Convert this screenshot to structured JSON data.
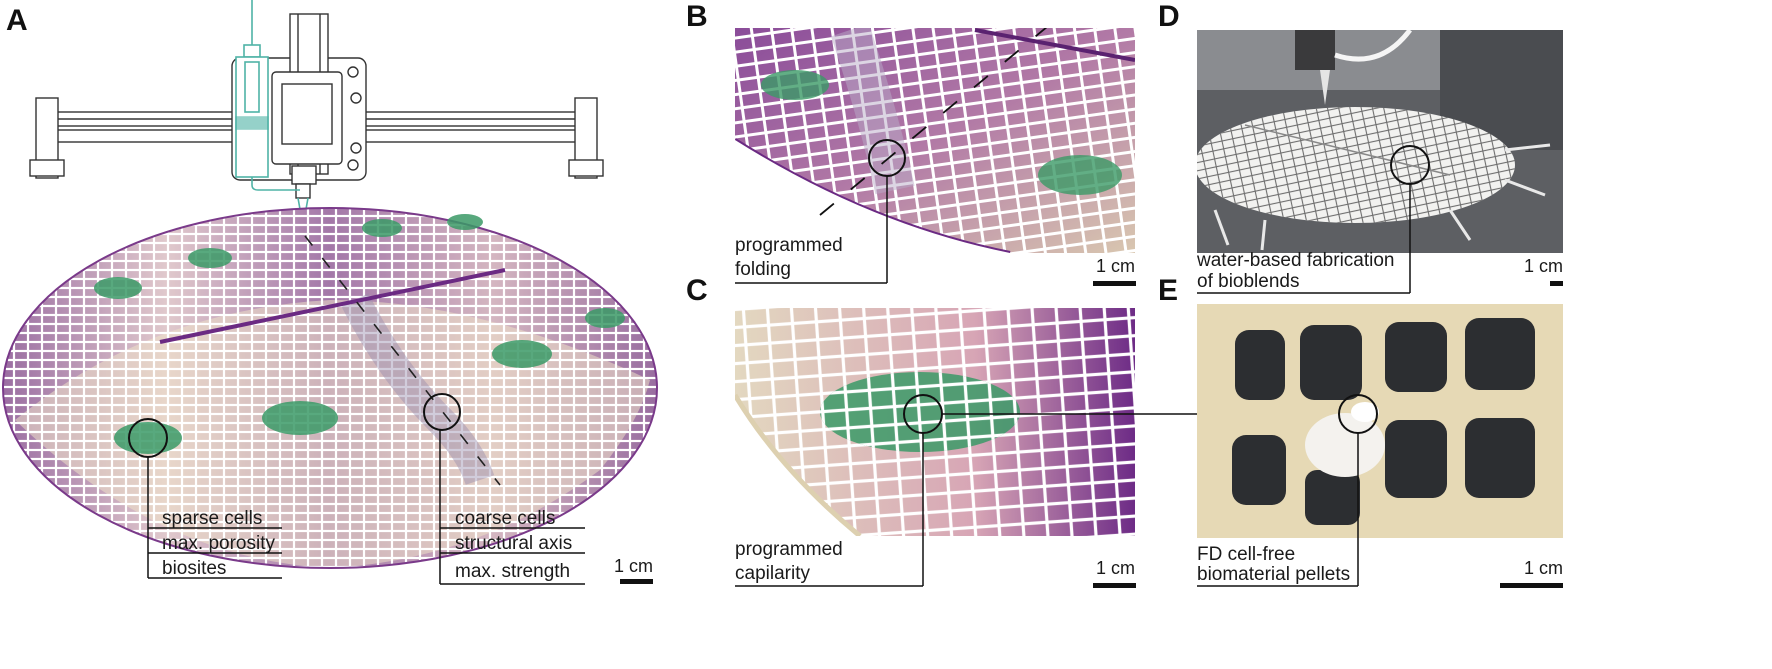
{
  "figure": {
    "panel_labels": [
      "A",
      "B",
      "C",
      "D",
      "E"
    ],
    "panel_a": {
      "left_labels": [
        "sparse cells",
        "max. porosity",
        "biosites"
      ],
      "right_labels": [
        "coarse cells",
        "structural axis",
        "max. strength"
      ],
      "scale_bar": "1 cm"
    },
    "panel_b": {
      "labels": [
        "programmed",
        "folding"
      ],
      "scale_bar": "1 cm"
    },
    "panel_c": {
      "labels": [
        "programmed",
        "capilarity"
      ],
      "scale_bar": "1 cm"
    },
    "panel_d": {
      "labels": [
        "water-based fabrication",
        "of bioblends"
      ],
      "scale_bar": "1 cm"
    },
    "panel_e": {
      "labels": [
        "FD cell-free",
        "biomaterial pellets"
      ],
      "scale_bar": "1 cm"
    },
    "colors": {
      "purple": "#6b2a83",
      "pink": "#c7869a",
      "cream": "#e8dcc0",
      "green": "#3b9a67",
      "teal": "#4fb3a6"
    }
  }
}
